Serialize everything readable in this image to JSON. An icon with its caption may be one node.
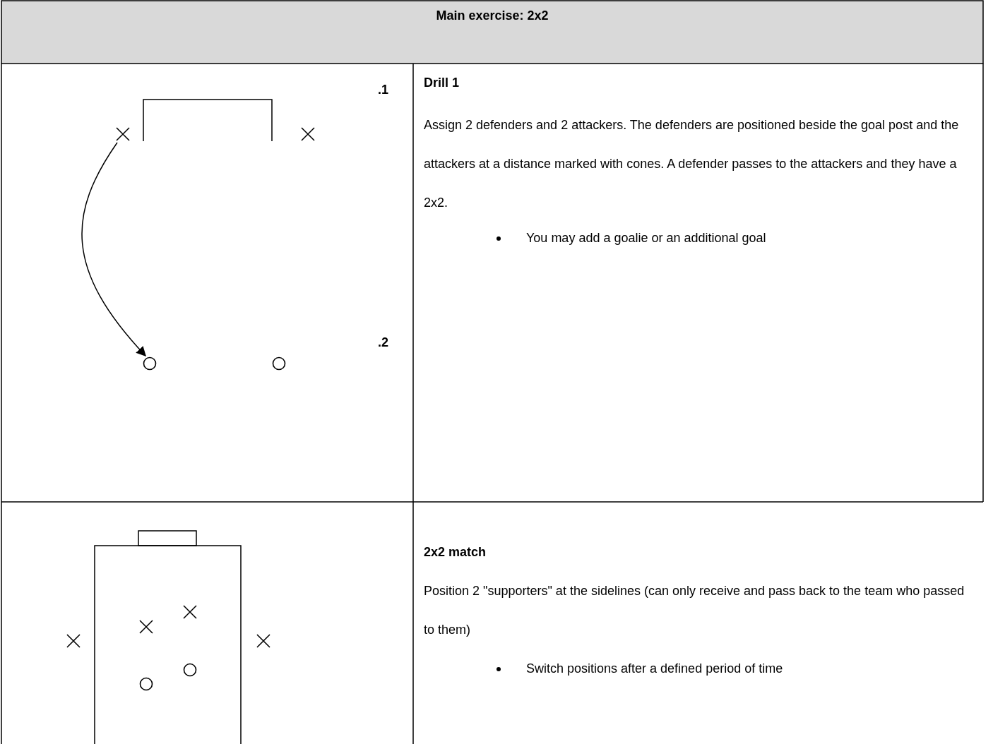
{
  "diagram": {
    "title": "Main exercise: 2x2",
    "nodes": [
      {
        "text": [],
        "shape": "cross"
      },
      {
        "text": [],
        "shape": "cross"
      },
      {
        "text": [],
        "shape": "circle"
      },
      {
        "text": [],
        "shape": "circle"
      },
      {
        "text": [],
        "shape": "cross"
      },
      {
        "text": [],
        "shape": "cross"
      },
      {
        "text": [],
        "shape": "cross"
      },
      {
        "text": [],
        "shape": "cross"
      },
      {
        "text": [],
        "shape": "circle"
      },
      {
        "text": [],
        "shape": "circle"
      }
    ],
    "edges": [
      {
        "from": 0,
        "to": 2,
        "arrow": "to"
      }
    ],
    "labels": [
      ".1",
      "Drill 1",
      "Assign 2 defenders and 2 attackers. The defenders are positioned beside the goal post and the attackers at a distance marked with cones. A defender passes to the attackers and they have a 2x2.",
      ".2",
      "You may add a goalie or an additional goal",
      "2x2 match",
      "Position 2 \"supporters\" at the sidelines (can only receive and pass back to the team who passed to them)",
      "Switch positions after a defined period of time"
    ]
  }
}
